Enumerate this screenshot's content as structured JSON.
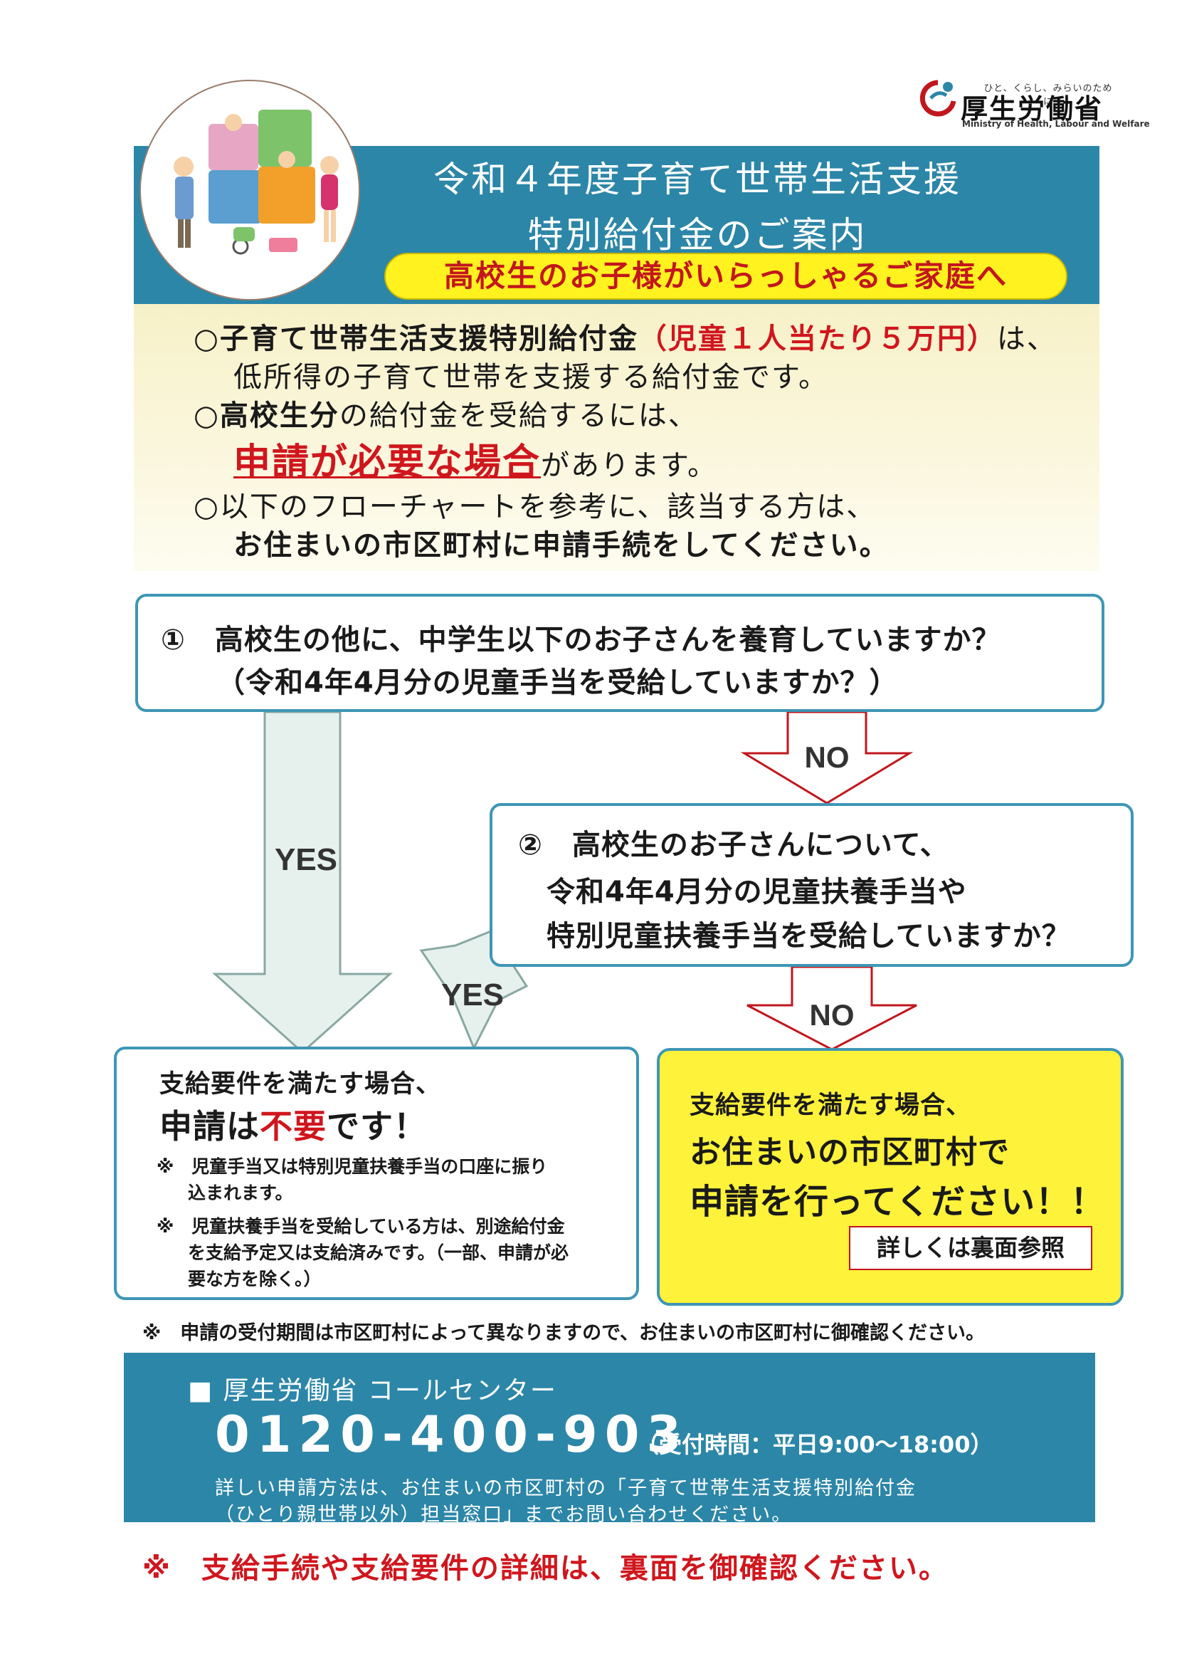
{
  "logo": {
    "tagline": "ひと、くらし、みらいのために",
    "name": "厚生労働省",
    "name_en": "Ministry of Health, Labour and Welfare"
  },
  "header": {
    "title_line1": "令和４年度子育て世帯生活支援",
    "title_line2": "特別給付金のご案内",
    "audience": "高校生のお子様がいらっしゃるご家庭へ"
  },
  "intro": {
    "p1_bullet": "○",
    "p1_bold": "子育て世帯生活支援特別給付金",
    "p1_red": "（児童１人当たり５万円）",
    "p1_rest": "は、",
    "p1_line2": "低所得の子育て世帯を支援する給付金です。",
    "p2_bullet": "○",
    "p2_bold": "高校生分",
    "p2_rest": "の給付金を受給するには、",
    "p2_emph": "申請が必要な場合",
    "p2_tail": "があります。",
    "p3_line1": "○以下のフローチャートを参考に、該当する方は、",
    "p3_line2_bold": "お住まいの市区町村に申請手続",
    "p3_line2_rest": "をしてください。"
  },
  "question1": {
    "line1": "①　高校生の他に、中学生以下のお子さんを養育していますか？",
    "line2": "（令和4年4月分の児童手当を受給していますか？）"
  },
  "question2": {
    "line1": "②　高校生のお子さんについて、",
    "line2": "令和4年4月分の児童扶養手当や",
    "line3": "特別児童扶養手当を受給していますか？"
  },
  "arrows": {
    "yes_main": "YES",
    "yes_side": "YES",
    "no_top": "NO",
    "no_bottom": "NO",
    "colors": {
      "yes_fill": "#e6f1ee",
      "yes_stroke": "#8aa8a2",
      "no_fill": "#ffffff",
      "no_stroke": "#c2161d"
    }
  },
  "result_left": {
    "line1": "支給要件を満たす場合、",
    "line2_a": "申請は",
    "line2_red": "不要",
    "line2_b": "です！",
    "note1_a": "※　児童手当又は特別児童扶養手当の口座に振り",
    "note1_b": "込まれます。",
    "note2_a": "※　児童扶養手当を受給している方は、別途給付金",
    "note2_b": "を支給予定又は支給済みです。（一部、申請が必",
    "note2_c": "要な方を除く。）"
  },
  "result_right": {
    "line1": "支給要件を満たす場合、",
    "line2": "お住まいの市区町村で",
    "line3": "申請を行ってください！！",
    "ref": "詳しくは裏面参照"
  },
  "footnote": "※　申請の受付期間は市区町村によって異なりますので、お住まいの市区町村に御確認ください。",
  "call_center": {
    "title": "■ 厚生労働省 コールセンター",
    "number": "0120-400-903",
    "hours": "（受付時間：平日9:00～18:00）",
    "detail1": "詳しい申請方法は、お住まいの市区町村の「子育て世帯生活支援特別給付金",
    "detail2": "（ひとり親世帯以外）担当窓口」までお問い合わせください。"
  },
  "bottom_note": "※　支給手続や支給要件の詳細は、裏面を御確認ください。",
  "colors": {
    "band": "#2c86a8",
    "accent_red": "#d0161d",
    "yellow": "#fff21f",
    "box_border": "#3e96b5"
  }
}
